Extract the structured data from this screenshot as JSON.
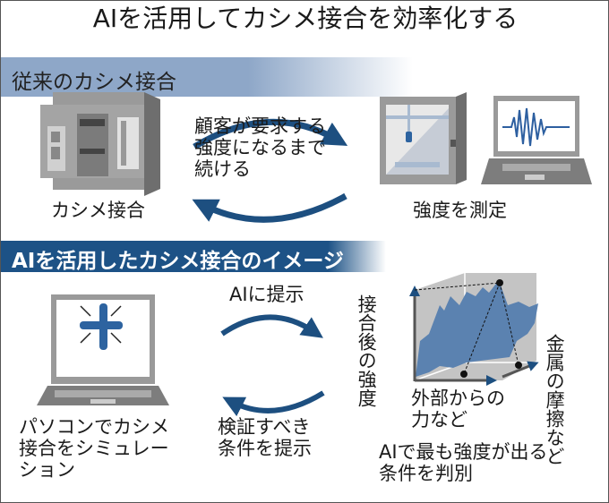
{
  "title": "AIを活用してカシメ接合を効率化する",
  "section1": {
    "heading": "従来のカシメ接合",
    "loop_text": "顧客が要求する\n強度になるまで\n続ける",
    "left_label": "カシメ接合",
    "right_label": "強度を測定"
  },
  "section2": {
    "heading": "AIを活用したカシメ接合のイメージ",
    "top_arrow_label": "AIに提示",
    "bottom_arrow_label": "検証すべき\n条件を提示",
    "left_label": "パソコンでカシメ\n接合をシミュレー\nション",
    "chart_axis_y": "接合後の強度",
    "chart_axis_x": "外部からの\n力など",
    "chart_axis_z": "金属の摩擦など",
    "right_label": "AIで最も強度が出る\n条件を判別"
  },
  "colors": {
    "accent": "#1d5286",
    "bar1": "#8ea7c8",
    "gray": "#8a8a8a",
    "blue_fill": "#5b82b0"
  }
}
